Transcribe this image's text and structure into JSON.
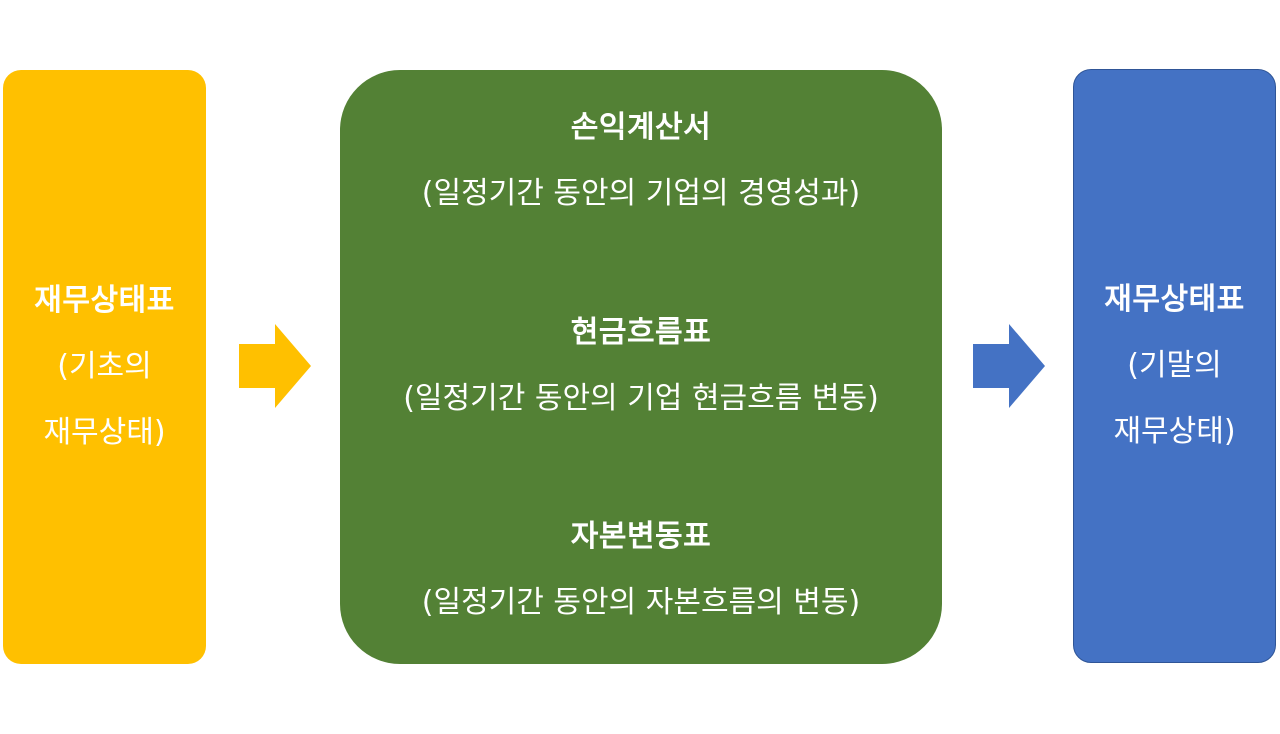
{
  "start_box": {
    "title": "재무상태표",
    "line1": "(기초의",
    "line2": "재무상태)",
    "color": "#FFC000"
  },
  "flow_box": {
    "color": "#538135",
    "statements": [
      {
        "title": "손익계산서",
        "desc": "(일정기간 동안의 기업의 경영성과)"
      },
      {
        "title": "현금흐름표",
        "desc": "(일정기간 동안의 기업 현금흐름 변동)"
      },
      {
        "title": "자본변동표",
        "desc": "(일정기간 동안의 자본흐름의 변동)"
      }
    ]
  },
  "end_box": {
    "title": "재무상태표",
    "line1": "(기말의",
    "line2": "재무상태)",
    "color": "#4472C4"
  },
  "arrows": {
    "left_color": "#FFC000",
    "right_color": "#4472C4"
  }
}
